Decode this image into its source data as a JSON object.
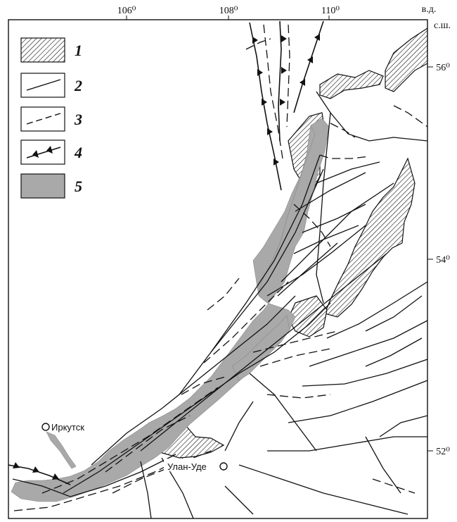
{
  "axes": {
    "lon_unit": "в.д.",
    "lat_unit": "с.ш.",
    "lon_ticks": [
      "106⁰",
      "108⁰",
      "110⁰"
    ],
    "lat_ticks": [
      "56⁰",
      "54⁰",
      "52⁰"
    ]
  },
  "legend": {
    "items": [
      {
        "num": "1",
        "symbol": "hatched-outcrop"
      },
      {
        "num": "2",
        "symbol": "solid-fault-line"
      },
      {
        "num": "3",
        "symbol": "dashed-fault-line"
      },
      {
        "num": "4",
        "symbol": "thrust-line-with-teeth"
      },
      {
        "num": "5",
        "symbol": "gray-fill"
      }
    ]
  },
  "cities": {
    "irkutsk": "Иркутск",
    "ulan_ude": "Улан-Уде"
  },
  "colors": {
    "gray_fill": "#a9a9a9",
    "line": "#111111",
    "background": "#ffffff"
  }
}
